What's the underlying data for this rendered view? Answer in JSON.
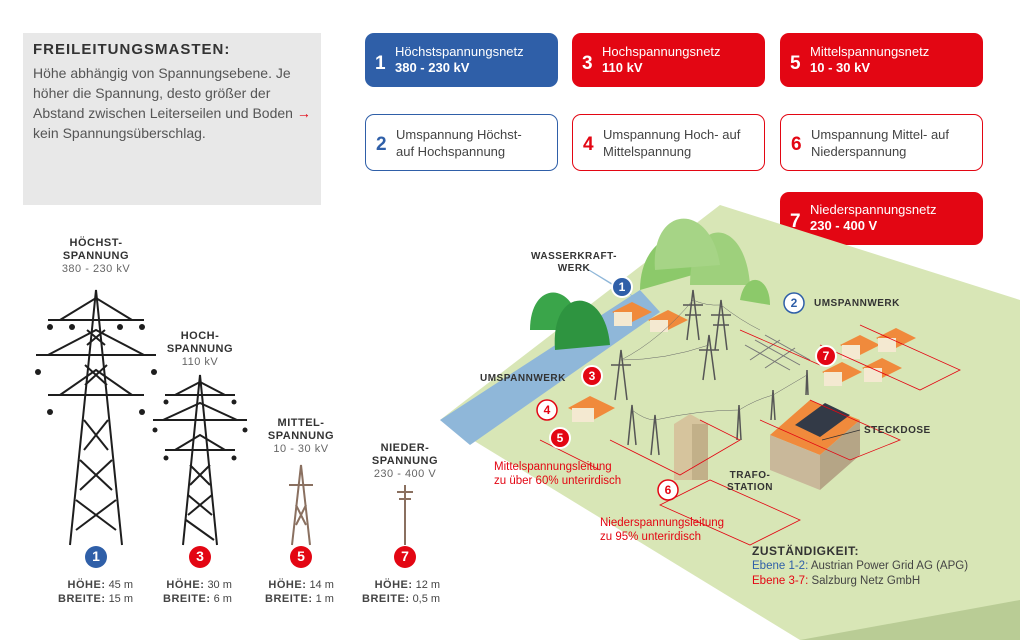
{
  "info": {
    "title": "FREILEITUNGSMASTEN:",
    "text": "Höhe abhängig von Spannungsebene. Je höher die Spannung, desto größer der Abstand zwischen Leiterseilen und Boden",
    "arrow": "→",
    "tail": "kein Spannungsüberschlag."
  },
  "levels": [
    {
      "num": "1",
      "line1": "Höchstspannungsnetz",
      "line2": "380 - 230 kV",
      "style": "filled-blue"
    },
    {
      "num": "3",
      "line1": "Hochspannungsnetz",
      "line2": "110 kV",
      "style": "filled-red"
    },
    {
      "num": "5",
      "line1": "Mittelspannungsnetz",
      "line2": "10 - 30 kV",
      "style": "filled-red"
    },
    {
      "num": "2",
      "line1": "Umspannung Höchst-",
      "line2": "auf Hochspannung",
      "style": "outline-blue"
    },
    {
      "num": "4",
      "line1": "Umspannung Hoch- auf",
      "line2": "Mittelspannung",
      "style": "outline-red"
    },
    {
      "num": "6",
      "line1": "Umspannung Mittel- auf",
      "line2": "Niederspannung",
      "style": "outline-red"
    },
    {
      "num": "7",
      "line1": "Niederspannungsnetz",
      "line2": "230 - 400 V",
      "style": "filled-red"
    }
  ],
  "towers": [
    {
      "name1": "HÖCHST-",
      "name2": "SPANNUNG",
      "voltage": "380 - 230 kV",
      "num": "1",
      "hoehe_label": "HÖHE:",
      "hoehe": "45 m",
      "breite_label": "BREITE:",
      "breite": "15 m"
    },
    {
      "name1": "HOCH-",
      "name2": "SPANNUNG",
      "voltage": "110 kV",
      "num": "3",
      "hoehe_label": "HÖHE:",
      "hoehe": "30 m",
      "breite_label": "BREITE:",
      "breite": "6 m"
    },
    {
      "name1": "MITTEL-",
      "name2": "SPANNUNG",
      "voltage": "10 - 30 kV",
      "num": "5",
      "hoehe_label": "HÖHE:",
      "hoehe": "14 m",
      "breite_label": "BREITE:",
      "breite": "1 m"
    },
    {
      "name1": "NIEDER-",
      "name2": "SPANNUNG",
      "voltage": "230 - 400 V",
      "num": "7",
      "hoehe_label": "HÖHE:",
      "hoehe": "12 m",
      "breite_label": "BREITE:",
      "breite": "0,5 m"
    }
  ],
  "map": {
    "wasserkraft1": "WASSERKRAFT-",
    "wasserkraft2": "WERK",
    "umspannwerk_top": "UMSPANNWERK",
    "umspannwerk_left": "UMSPANNWERK",
    "steckdose": "STECKDOSE",
    "trafo1": "TRAFO-",
    "trafo2": "STATION",
    "mittel1": "Mittelspannungsleitung",
    "mittel2": "zu über 60% unterirdisch",
    "nieder1": "Niederspannungsleitung",
    "nieder2": "zu 95% unterirdisch",
    "markers": [
      "1",
      "2",
      "3",
      "4",
      "5",
      "6",
      "7"
    ]
  },
  "zustaendigkeit": {
    "title": "ZUSTÄNDIGKEIT:",
    "e1": "Ebene 1-2:",
    "e1_text": "Austrian Power Grid AG (APG)",
    "e2": "Ebene 3-7:",
    "e2_text": "Salzburg Netz GmbH"
  },
  "colors": {
    "blue": "#2f5fa8",
    "red": "#e30613",
    "ground": "#d8e6b6",
    "water": "#8fb7d9"
  }
}
